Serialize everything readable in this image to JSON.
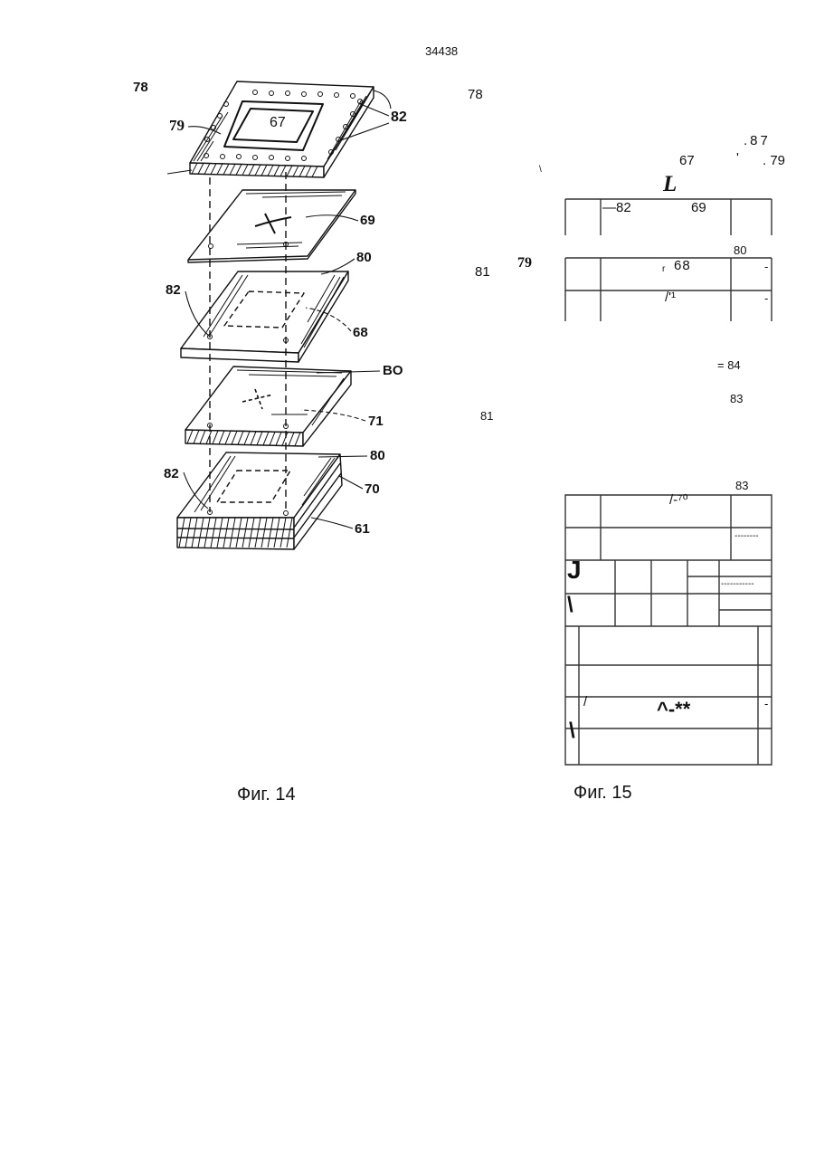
{
  "page_number": "34438",
  "fig14": {
    "caption": "Фиг. 14",
    "labels": {
      "l78": "78",
      "l79": "79",
      "l67": "67",
      "l82a": "82",
      "l69": "69",
      "l80a": "80",
      "l82b": "82",
      "l68": "68",
      "lBO": "BO",
      "l71": "71",
      "l80b": "80",
      "l82c": "82",
      "l70": "70",
      "l61": "61"
    }
  },
  "fig15": {
    "caption": "Фиг. 15",
    "labels": {
      "l78": "78",
      "l87": ".87",
      "l67": "67",
      "tick": "'",
      "l79a": ". 79",
      "bslash1": "\\",
      "L": "L",
      "l82": "—82",
      "l69": "69",
      "l80": "80",
      "l79b": "79",
      "l81a": "81",
      "r": "r",
      "l68": "68",
      "dash1": "-",
      "l71": "/'¹",
      "dash2": "-",
      "l84": "= 84",
      "l83a": "83",
      "l81b": "81",
      "l83b": "83",
      "l70": "/-⁷⁰",
      "dashes1": "--------",
      "J": "J",
      "dashes2": "-----------",
      "bslash2": "\\",
      "slash": "/",
      "caret": "^-**",
      "dash3": "-",
      "bslash3": "\\"
    }
  }
}
